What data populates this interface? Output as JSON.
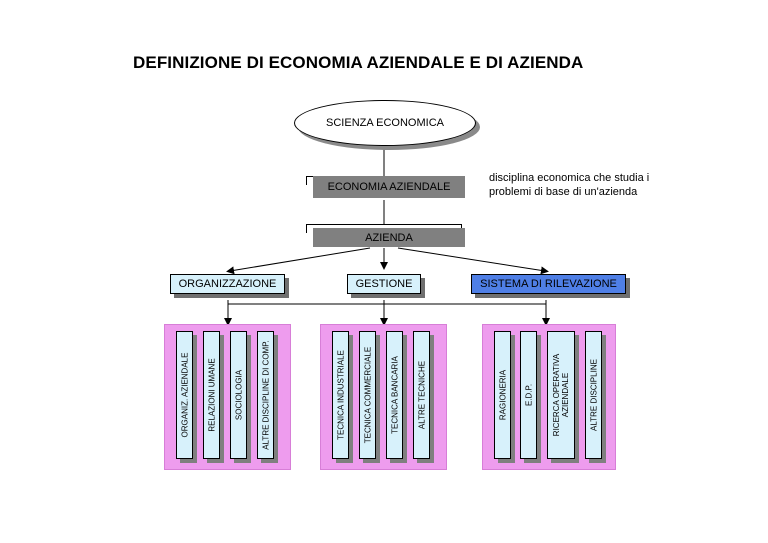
{
  "title": "DEFINIZIONE DI ECONOMIA AZIENDALE E DI AZIENDA",
  "root": "SCIENZA ECONOMICA",
  "level1": "ECONOMIA AZIENDALE",
  "note_line1": "disciplina economica che studia i",
  "note_line2": "problemi di base di un'azienda",
  "level2": "AZIENDA",
  "categories": {
    "organizzazione": "ORGANIZZAZIONE",
    "gestione": "GESTIONE",
    "rilevazione": "SISTEMA DI RILEVAZIONE"
  },
  "groups": {
    "organizzazione": [
      "ORGANIZ. AZIENDALE",
      "RELAZIONI UMANE",
      "SOCIOLOGIA",
      "ALTRE DISCIPLINE DI COMP."
    ],
    "gestione": [
      "TECNICA INDUSTRIALE",
      "TECNICA COMMERCIALE",
      "TECNICA BANCARIA",
      "ALTRE TECNICHE"
    ],
    "rilevazione": [
      "RAGIONERIA",
      "E.D.P.",
      "RICERCA OPERATIVA",
      "AZIENDALE",
      "ALTRE DISCIPLINE"
    ]
  },
  "colors": {
    "gray_box": "#808080",
    "cat_light": "#d7f1fb",
    "cat_blue": "#4f7fe6",
    "group_bg": "#ee9cee",
    "column_bg": "#d7f1fb"
  }
}
